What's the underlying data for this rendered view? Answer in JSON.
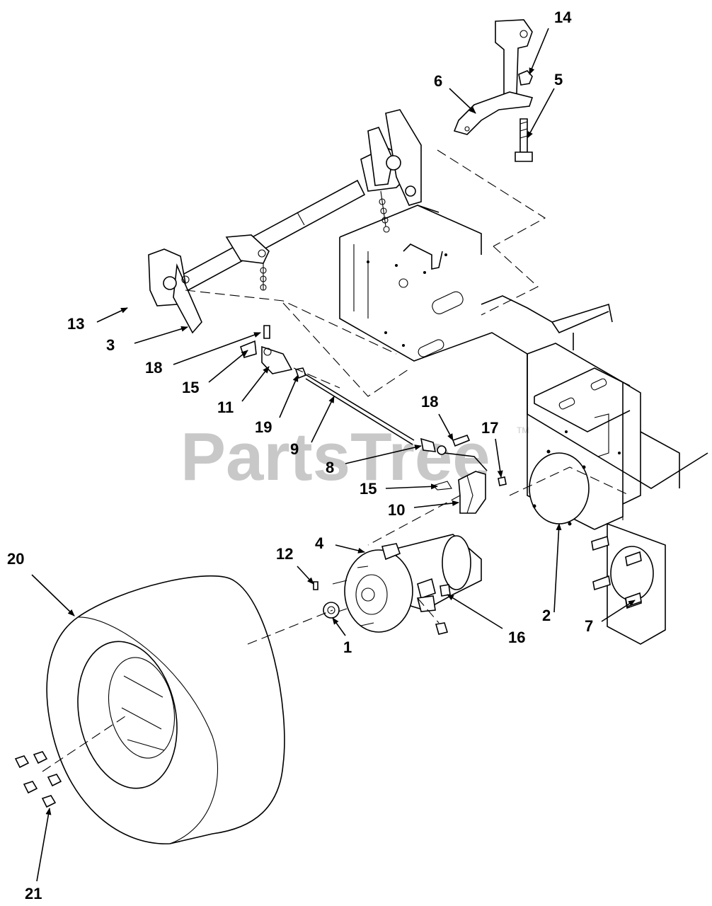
{
  "watermark": {
    "text": "PartsTree",
    "tm": "TM"
  },
  "callouts": {
    "c1": "1",
    "c2": "2",
    "c3": "3",
    "c4": "4",
    "c5": "5",
    "c6": "6",
    "c7": "7",
    "c8": "8",
    "c9": "9",
    "c10": "10",
    "c11": "11",
    "c12": "12",
    "c13": "13",
    "c14": "14",
    "c15a": "15",
    "c15b": "15",
    "c16": "16",
    "c17": "17",
    "c18a": "18",
    "c18b": "18",
    "c19": "19",
    "c20": "20",
    "c21": "21"
  }
}
